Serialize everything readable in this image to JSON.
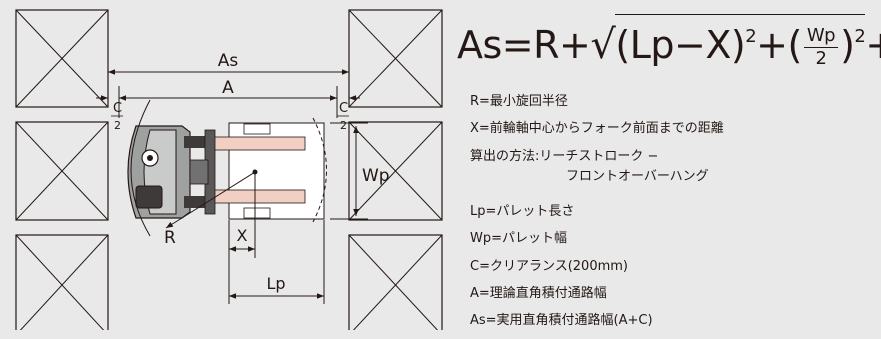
{
  "diagram": {
    "labels": {
      "as": "As",
      "a": "A",
      "c_left": "C",
      "c_left_den": "2",
      "c_right": "C",
      "c_right_den": "2",
      "wp": "Wp",
      "r": "R",
      "x": "X",
      "lp": "Lp"
    }
  },
  "formula": {
    "lhs": "As=R+",
    "radical": "√",
    "term1": "(Lp−X)",
    "exp1": "2",
    "plus": "+",
    "open": "(",
    "frac_num": "Wp",
    "frac_den": "2",
    "close": ")",
    "exp2": "2",
    "tail": "+C"
  },
  "legend": [
    {
      "text": "R=最小旋回半径"
    },
    {
      "text": "X=前輪軸中心からフォーク前面までの距離"
    },
    {
      "text": "算出の方法:リーチストローク −",
      "cont": "フロントオーバーハング"
    },
    {
      "text": "Lp=パレット長さ"
    },
    {
      "text": "Wp=パレット幅"
    },
    {
      "text": "C=クリアランス(200mm)"
    },
    {
      "text": "A=理論直角積付通路幅"
    },
    {
      "text": "As=実用直角積付通路幅(A+C)"
    }
  ]
}
